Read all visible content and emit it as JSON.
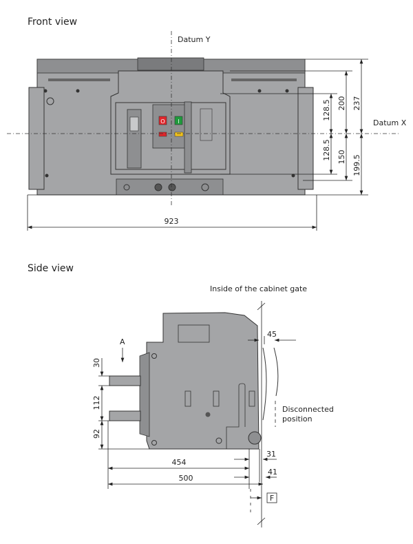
{
  "front_view": {
    "title": "Front view",
    "datum_y": "Datum Y",
    "datum_x": "Datum X",
    "dimensions": {
      "width": "923",
      "top_237": "237",
      "top_200": "200",
      "top_128_5": "128.5",
      "bottom_128_5": "128.5",
      "bottom_150": "150",
      "bottom_199_5": "199.5"
    },
    "button_colors": {
      "off": "#e0262b",
      "on": "#1f9a3c",
      "reset": "#e0262b",
      "indicator": "#f2c21b"
    }
  },
  "side_view": {
    "title": "Side view",
    "gate_label": "Inside of the cabinet gate",
    "arrow_label": "A",
    "disconnected_label_line1": "Disconnected",
    "disconnected_label_line2": "position",
    "f_label": "F",
    "dimensions": {
      "d30": "30",
      "d112": "112",
      "d92": "92",
      "d454": "454",
      "d500": "500",
      "d45": "45",
      "d31": "31",
      "d41": "41"
    }
  }
}
